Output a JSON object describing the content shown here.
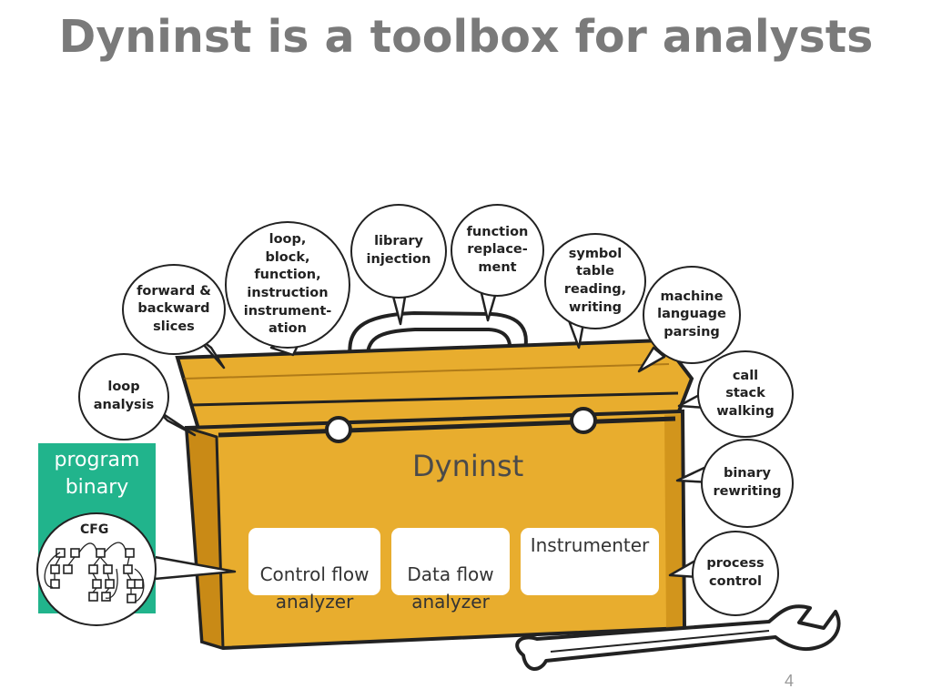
{
  "slide": {
    "title": "Dyninst is a toolbox for analysts",
    "page_number": "4"
  },
  "toolbox": {
    "label": "Dyninst",
    "components": [
      "Control flow\nanalyzer",
      "Data flow\nanalyzer",
      "Instrumenter"
    ]
  },
  "program_binary": {
    "label": "program\nbinary",
    "cfg_label": "CFG"
  },
  "capabilities": [
    "loop,\nblock,\nfunction,\ninstruction\ninstrument-\nation",
    "library\ninjection",
    "function\nreplace-\nment",
    "symbol\ntable\nreading,\nwriting",
    "forward &\nbackward\nslices",
    "machine\nlanguage\nparsing",
    "loop\nanalysis",
    "call\nstack\nwalking",
    "binary\nrewriting",
    "process\ncontrol"
  ],
  "colors": {
    "title": "#7a7a7a",
    "toolbox": "#e8ad2e",
    "toolbox_shadow": "#c98a16",
    "program_binary": "#21b48c",
    "outline": "#222222"
  }
}
